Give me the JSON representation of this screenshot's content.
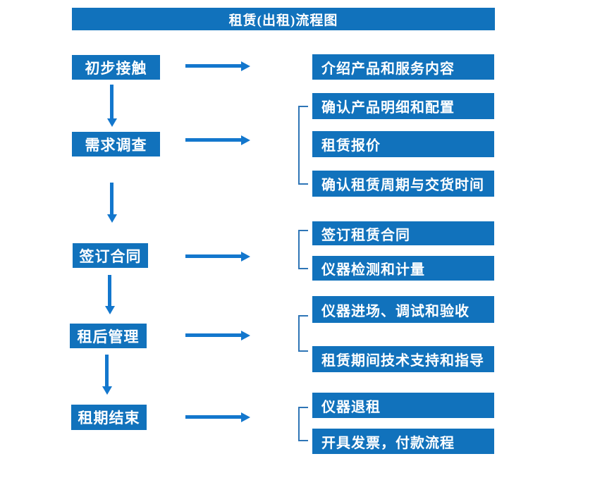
{
  "title": "租赁(出租)流程图",
  "colors": {
    "box_fill": "#1172bc",
    "arrow_fill": "#1377cd",
    "bracket_line": "#2e75b6",
    "box_text": "#ffffff",
    "background": "#ffffff"
  },
  "flow": {
    "stages": [
      {
        "label": "初步接触",
        "details": [
          "介绍产品和服务内容"
        ]
      },
      {
        "label": "需求调查",
        "details": [
          "确认产品明细和配置",
          "租赁报价",
          "确认租赁周期与交货时间"
        ]
      },
      {
        "label": "签订合同",
        "details": [
          "签订租赁合同",
          "仪器检测和计量"
        ]
      },
      {
        "label": "租后管理",
        "details": [
          "仪器进场、调试和验收",
          "租赁期间技术支持和指导"
        ]
      },
      {
        "label": "租期结束",
        "details": [
          "仪器退租",
          "开具发票，付款流程"
        ]
      }
    ]
  }
}
